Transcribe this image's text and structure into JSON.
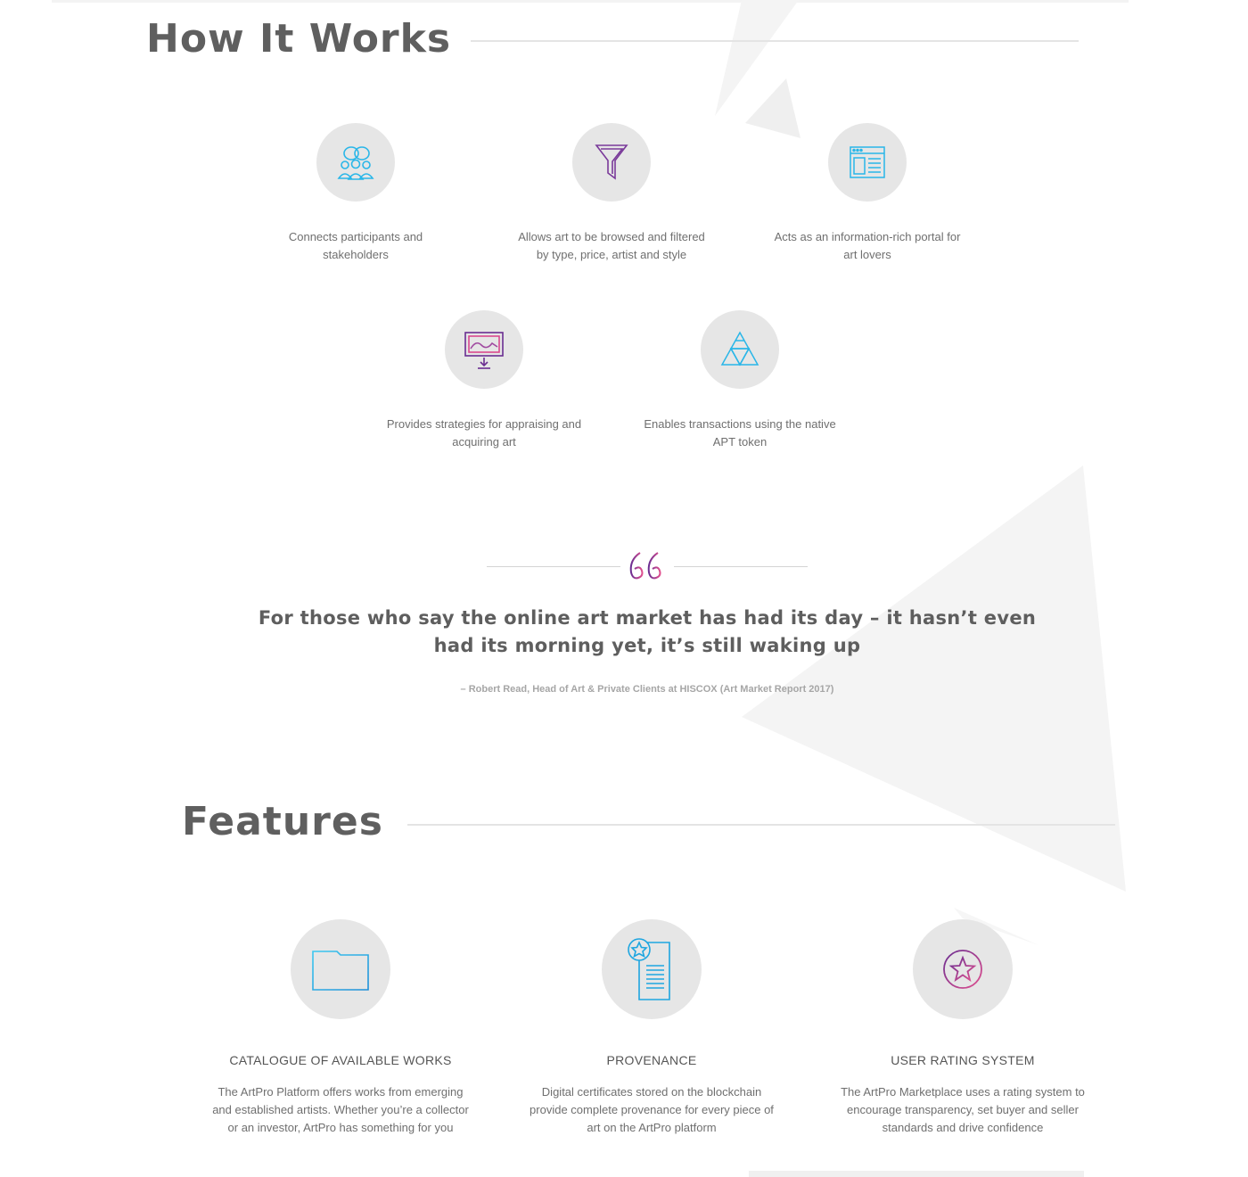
{
  "how_it_works": {
    "title": "How It Works",
    "steps": [
      {
        "icon": "people-group-icon",
        "text": "Connects participants and stakeholders"
      },
      {
        "icon": "filter-funnel-icon",
        "text": "Allows art to be browsed and filtered by type, price, artist and style"
      },
      {
        "icon": "web-portal-icon",
        "text": "Acts as an information-rich portal for art lovers"
      },
      {
        "icon": "artwork-screen-icon",
        "text": "Provides strategies for appraising and acquiring art"
      },
      {
        "icon": "triangle-network-icon",
        "text": "Enables transactions using the native APT token"
      }
    ]
  },
  "quote": {
    "icon": "quote-mark-icon",
    "text": "For those who say the online art market has had its day – it hasn’t even had its morning yet, it’s still waking up",
    "author": "– Robert Read, Head of Art & Private Clients at HISCOX (Art Market Report 2017)"
  },
  "features": {
    "title": "Features",
    "items": [
      {
        "icon": "folder-icon",
        "title": "CATALOGUE OF AVAILABLE WORKS",
        "text": "The ArtPro Platform offers works from emerging and established artists. Whether you’re a collector or an investor, ArtPro has something for you"
      },
      {
        "icon": "certificate-icon",
        "title": "PROVENANCE",
        "text": "Digital certificates stored on the blockchain provide complete provenance for every piece of art on the ArtPro platform"
      },
      {
        "icon": "star-badge-icon",
        "title": "USER RATING SYSTEM",
        "text": "The ArtPro Marketplace uses a rating system to encourage transparency, set buyer and seller standards and drive confidence"
      }
    ]
  },
  "colors": {
    "cyan": "#29b6e8",
    "purple": "#6a2d91",
    "pink": "#d9488f",
    "circle_bg": "#e6e6e6"
  }
}
